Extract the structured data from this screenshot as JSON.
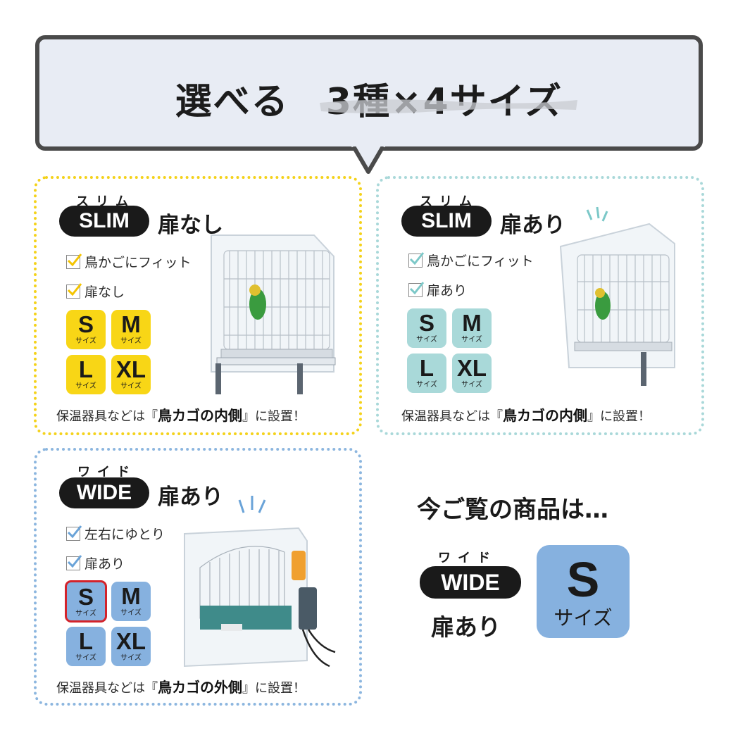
{
  "header": {
    "title_left": "選べる",
    "title_right": "3種×4サイズ"
  },
  "cards": {
    "slim_no_door": {
      "ruby": "スリム",
      "type": "SLIM",
      "door": "扉なし",
      "checks": [
        "鳥かごにフィット",
        "扉なし"
      ],
      "sizes": [
        {
          "big": "S",
          "small": "サイズ"
        },
        {
          "big": "M",
          "small": "サイズ"
        },
        {
          "big": "L",
          "small": "サイズ"
        },
        {
          "big": "XL",
          "small": "サイズ"
        }
      ],
      "note_pre": "保温器具などは『",
      "note_bold": "鳥カゴの内側",
      "note_post": "』に設置！"
    },
    "slim_with_door": {
      "ruby": "スリム",
      "type": "SLIM",
      "door": "扉あり",
      "checks": [
        "鳥かごにフィット",
        "扉あり"
      ],
      "sizes": [
        {
          "big": "S",
          "small": "サイズ"
        },
        {
          "big": "M",
          "small": "サイズ"
        },
        {
          "big": "L",
          "small": "サイズ"
        },
        {
          "big": "XL",
          "small": "サイズ"
        }
      ],
      "note_pre": "保温器具などは『",
      "note_bold": "鳥カゴの内側",
      "note_post": "』に設置！"
    },
    "wide_with_door": {
      "ruby": "ワイド",
      "type": "WIDE",
      "door": "扉あり",
      "checks": [
        "左右にゆとり",
        "扉あり"
      ],
      "sizes": [
        {
          "big": "S",
          "small": "サイズ",
          "selected": true
        },
        {
          "big": "M",
          "small": "サイズ"
        },
        {
          "big": "L",
          "small": "サイズ"
        },
        {
          "big": "XL",
          "small": "サイズ"
        }
      ],
      "note_pre": "保温器具などは『",
      "note_bold": "鳥カゴの外側",
      "note_post": "』に設置！"
    }
  },
  "current": {
    "title": "今ご覧の商品は…",
    "ruby": "ワイド",
    "type": "WIDE",
    "door": "扉あり",
    "size_big": "S",
    "size_small": "サイズ"
  },
  "colors": {
    "yellow": "#f8d616",
    "teal": "#a9d9d9",
    "blue": "#86b1df",
    "selected_border": "#d3232b",
    "bubble_bg": "#e8ecf4"
  }
}
